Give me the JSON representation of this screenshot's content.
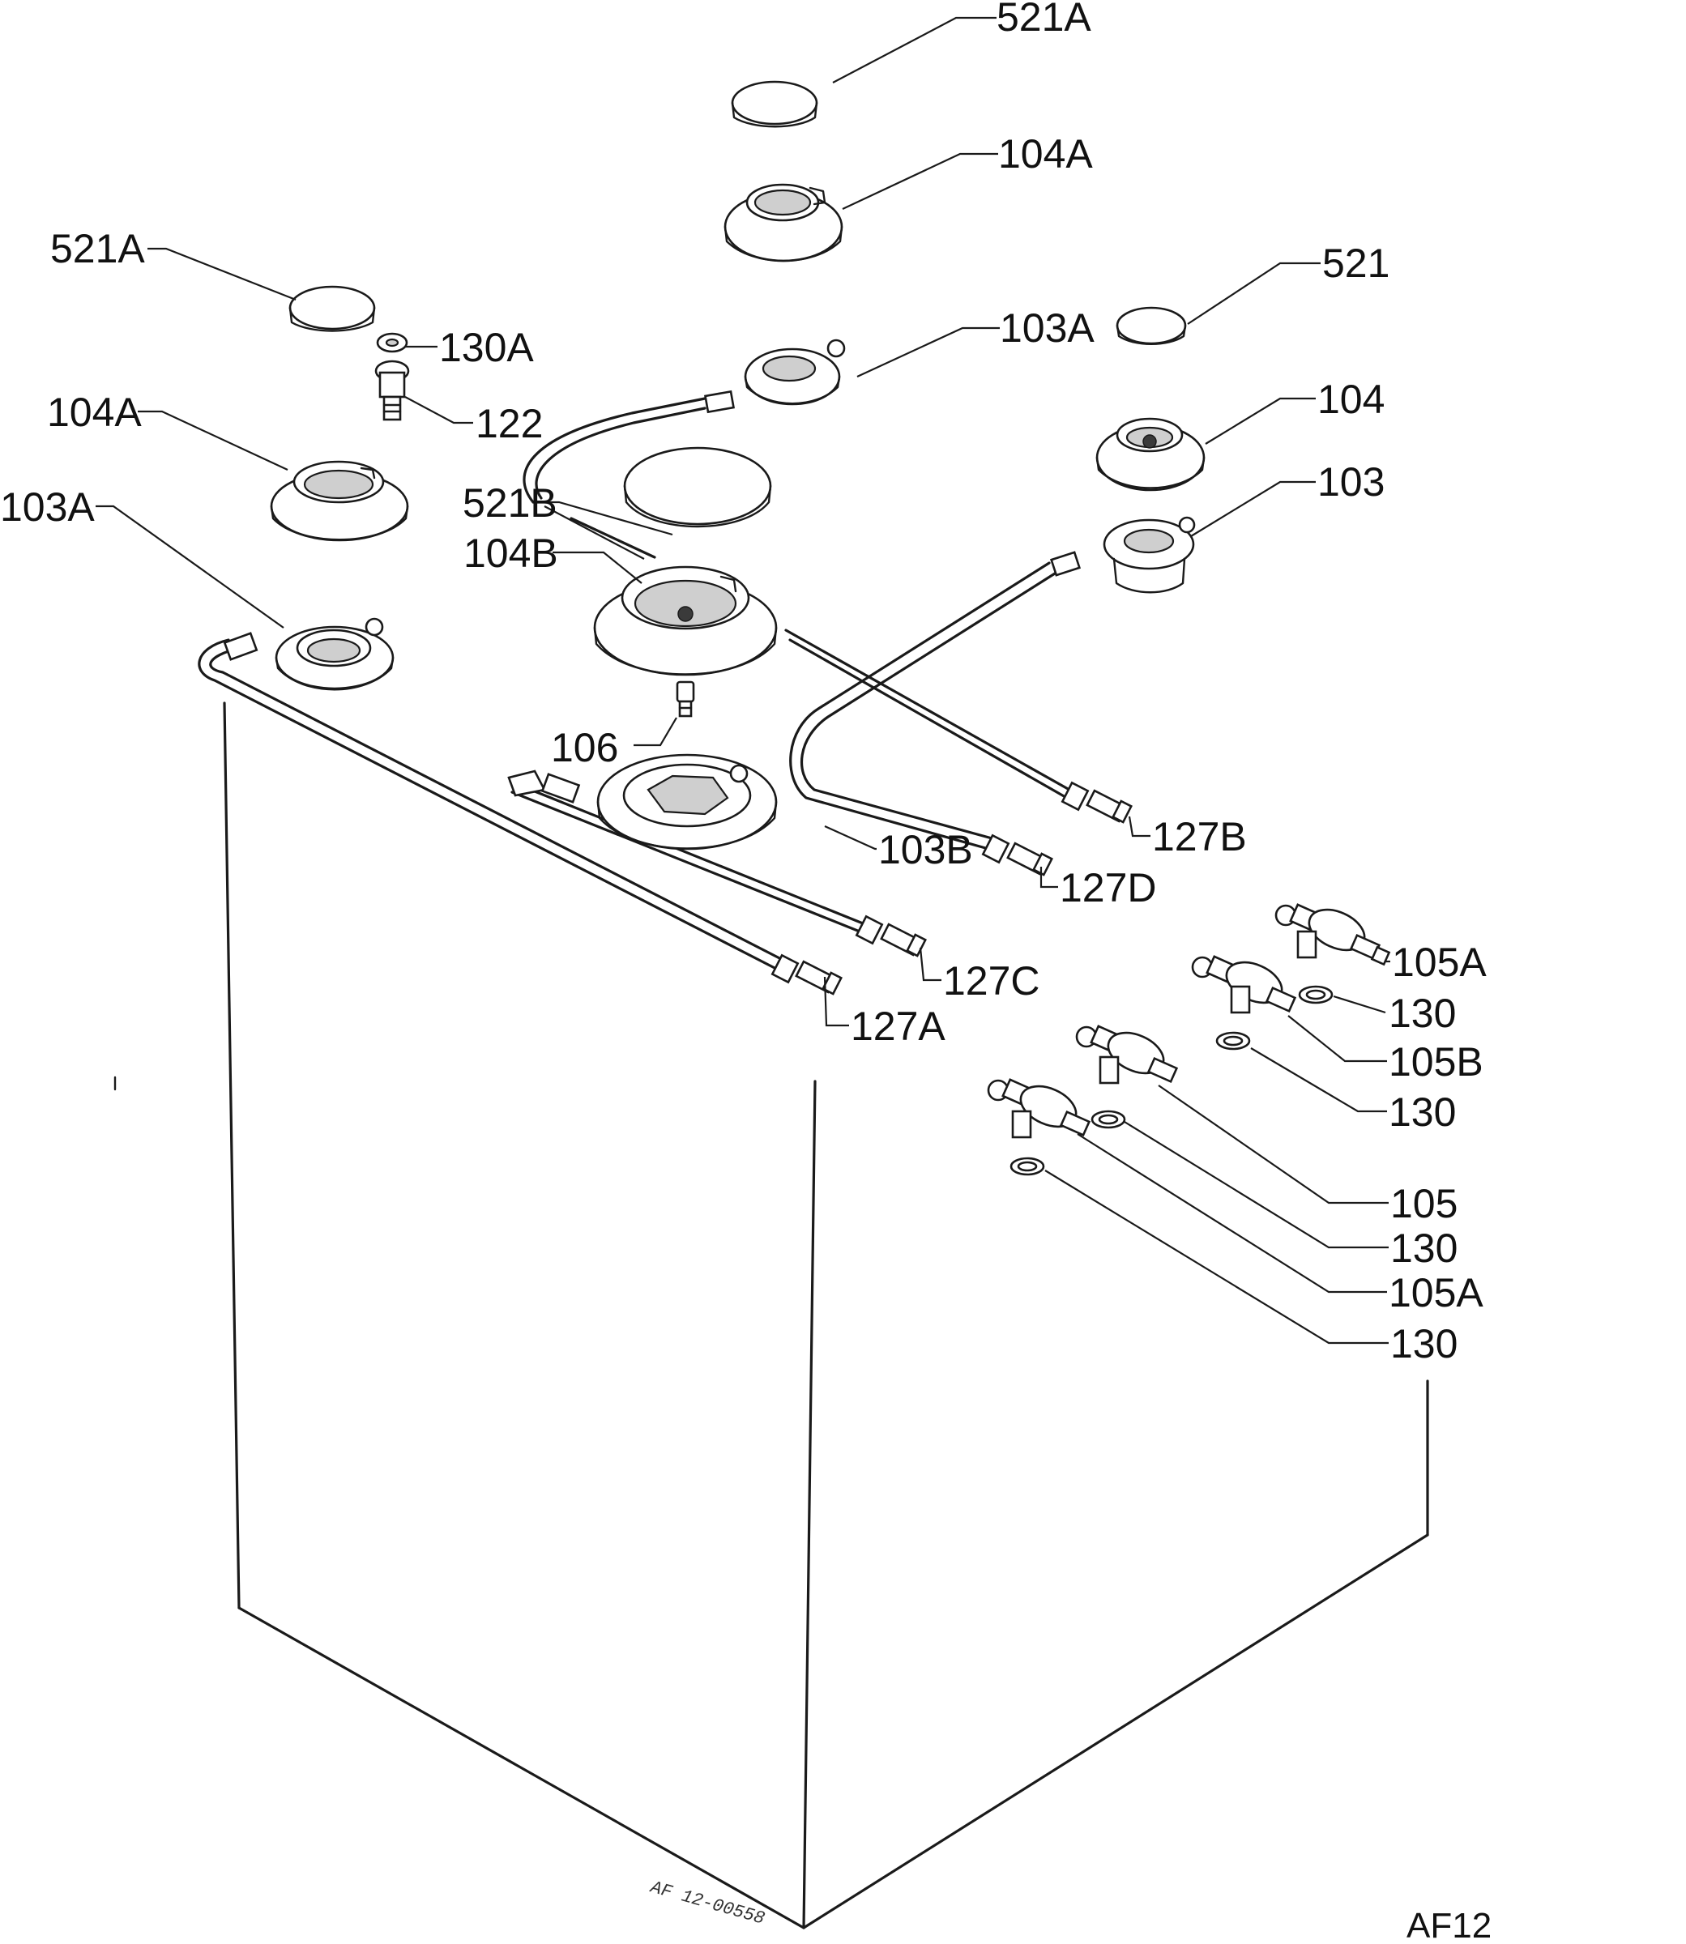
{
  "labels": {
    "l_521A_top": "521A",
    "l_104A_top": "104A",
    "l_521_right": "521",
    "l_103A_top": "103A",
    "l_104_right": "104",
    "l_103_right": "103",
    "l_521A_left": "521A",
    "l_130A": "130A",
    "l_122": "122",
    "l_104A_left": "104A",
    "l_103A_left": "103A",
    "l_521B": "521B",
    "l_104B": "104B",
    "l_106": "106",
    "l_103B": "103B",
    "l_127B": "127B",
    "l_127D": "127D",
    "l_127C": "127C",
    "l_127A": "127A",
    "l_105A_1": "105A",
    "l_130_1": "130",
    "l_105B": "105B",
    "l_130_2": "130",
    "l_105": "105",
    "l_130_3": "130",
    "l_105A_2": "105A",
    "l_130_4": "130"
  },
  "drawing_code": "AF 12-00558",
  "figure_code": "AF12"
}
